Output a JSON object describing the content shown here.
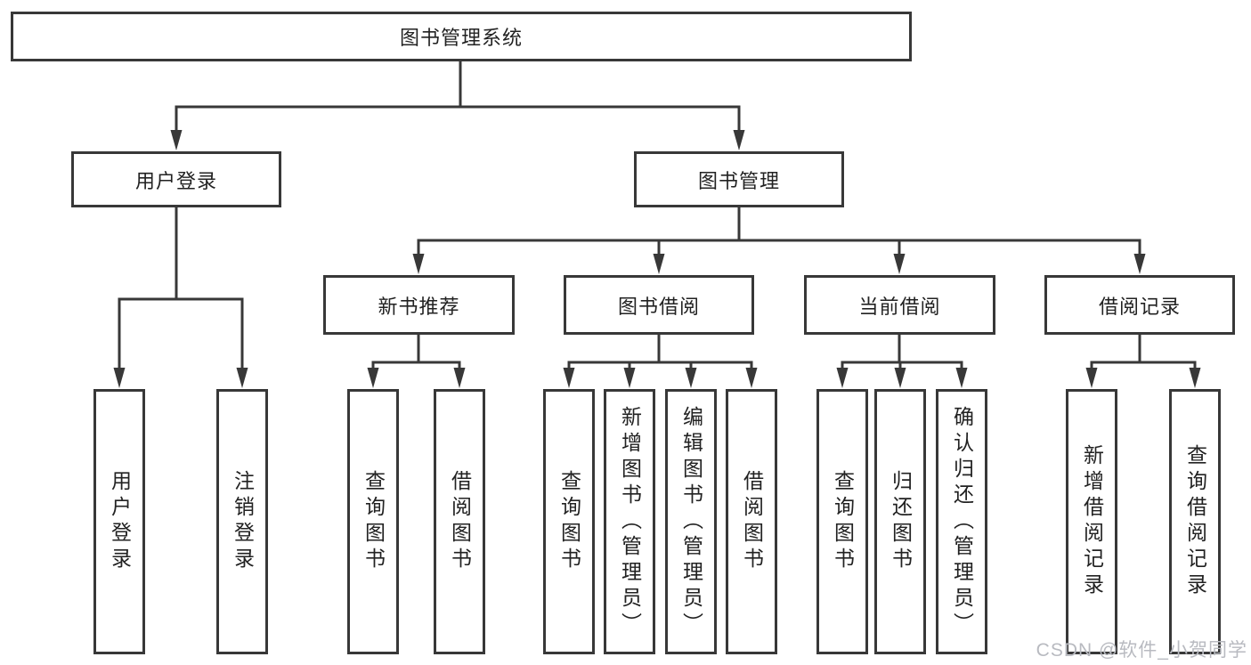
{
  "title": "图书管理系统",
  "watermark": "CSDN @软件_小贺同学",
  "colors": {
    "line": "#383838",
    "box_border": "#383838",
    "text": "#222222",
    "background": "#ffffff",
    "watermark": "#b8bac0"
  },
  "tree": {
    "label": "图书管理系统",
    "children": [
      {
        "label": "用户登录",
        "children": [
          {
            "label": "用户登录"
          },
          {
            "label": "注销登录"
          }
        ]
      },
      {
        "label": "图书管理",
        "children": [
          {
            "label": "新书推荐",
            "children": [
              {
                "label": "查询图书"
              },
              {
                "label": "借阅图书"
              }
            ]
          },
          {
            "label": "图书借阅",
            "children": [
              {
                "label": "查询图书"
              },
              {
                "label": "新增图书（管理员）"
              },
              {
                "label": "编辑图书（管理员）"
              },
              {
                "label": "借阅图书"
              }
            ]
          },
          {
            "label": "当前借阅",
            "children": [
              {
                "label": "查询图书"
              },
              {
                "label": "归还图书"
              },
              {
                "label": "确认归还（管理员）"
              }
            ]
          },
          {
            "label": "借阅记录",
            "children": [
              {
                "label": "新增借阅记录"
              },
              {
                "label": "查询借阅记录"
              }
            ]
          }
        ]
      }
    ]
  }
}
